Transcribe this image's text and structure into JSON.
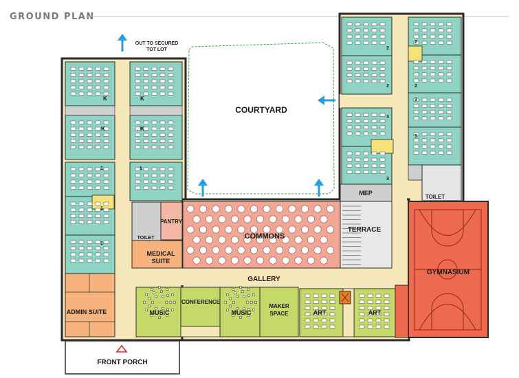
{
  "title": "GROUND PLAN",
  "colors": {
    "classroom": "#8fd3c4",
    "commons": "#f2a795",
    "gym": "#ee6a4e",
    "music": "#c4d96a",
    "admin": "#f6b37d",
    "service": "#cfcfcf",
    "corridor": "#f6e8b8",
    "pantry": "#f5b8a6",
    "yellow": "#f4e27a",
    "arrow": "#1ea1e2",
    "wall": "#2b2b2b",
    "courtyard_line": "#3a9a3a",
    "orange_box": "#f07b20"
  },
  "labels": {
    "out_to_lot_line1": "OUT TO SECURED",
    "out_to_lot_line2": "TOT LOT",
    "courtyard": "COURTYARD",
    "mep": "MEP",
    "toilet_right": "TOILET",
    "toilet_left": "TOILET",
    "pantry": "PANTRY",
    "commons": "COMMONS",
    "terrace": "TERRACE",
    "medical_line1": "MEDICAL",
    "medical_line2": "SUITE",
    "gallery": "GALLERY",
    "gymnasium": "GYMNASIUM",
    "admin_suite": "ADMIN SUITE",
    "music_left": "MUSIC",
    "conference": "CONFERENCE",
    "music_right": "MUSIC",
    "maker_line1": "MAKER",
    "maker_line2": "SPACE",
    "art_left": "ART",
    "art_right": "ART",
    "front_porch": "FRONT PORCH"
  },
  "room_tags": {
    "k": "K",
    "g1": "1",
    "g2": "2",
    "g3": "3"
  }
}
